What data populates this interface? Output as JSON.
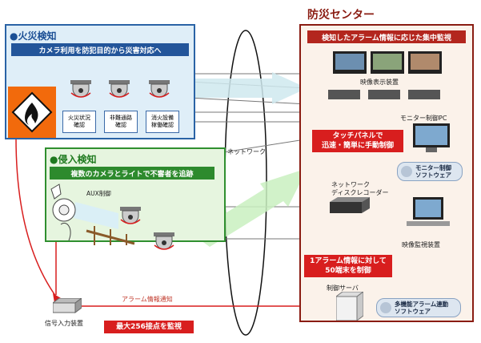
{
  "center": {
    "title": "防災センター",
    "header_bar": "検知したアラーム情報に応じた集中監視",
    "display_device_label": "映像表示装置",
    "monitor_pc_label": "モニター制御PC",
    "touch_panel_line1": "タッチパネルで",
    "touch_panel_line2": "迅速・簡単に手動制御",
    "monitor_software_line1": "モニター制御",
    "monitor_software_line2": "ソフトウェア",
    "recorder_line1": "ネットワーク",
    "recorder_line2": "ディスクレコーダー",
    "video_monitor_label": "映像監視装置",
    "alarm_box_line1": "1アラーム情報に対して",
    "alarm_box_line2": "50端末を制御",
    "server_label": "制御サーバ",
    "alarm_software_line1": "多機能アラーム連動",
    "alarm_software_line2": "ソフトウェア"
  },
  "fire": {
    "title": "●火災検知",
    "header_bar": "カメラ利用を防犯目的から災害対応へ",
    "boxes": [
      {
        "line1": "火災状況",
        "line2": "確認"
      },
      {
        "line1": "非難通路",
        "line2": "確認"
      },
      {
        "line1": "消火設備",
        "line2": "稼働確認"
      }
    ]
  },
  "intrusion": {
    "title": "●侵入検知",
    "header_bar": "複数のカメラとライトで不審者を追跡",
    "aux_label": "AUX制御"
  },
  "network_label": "ネットワーク",
  "alarm_notice_label": "アラーム情報通知",
  "signal_device_label": "信号入力装置",
  "max_points_label": "最大256接点を監視",
  "colors": {
    "fire_border": "#2a63a6",
    "intrusion_border": "#2f8f2f",
    "center_border": "#8a1c12",
    "alarm_red": "#d81e1e"
  }
}
